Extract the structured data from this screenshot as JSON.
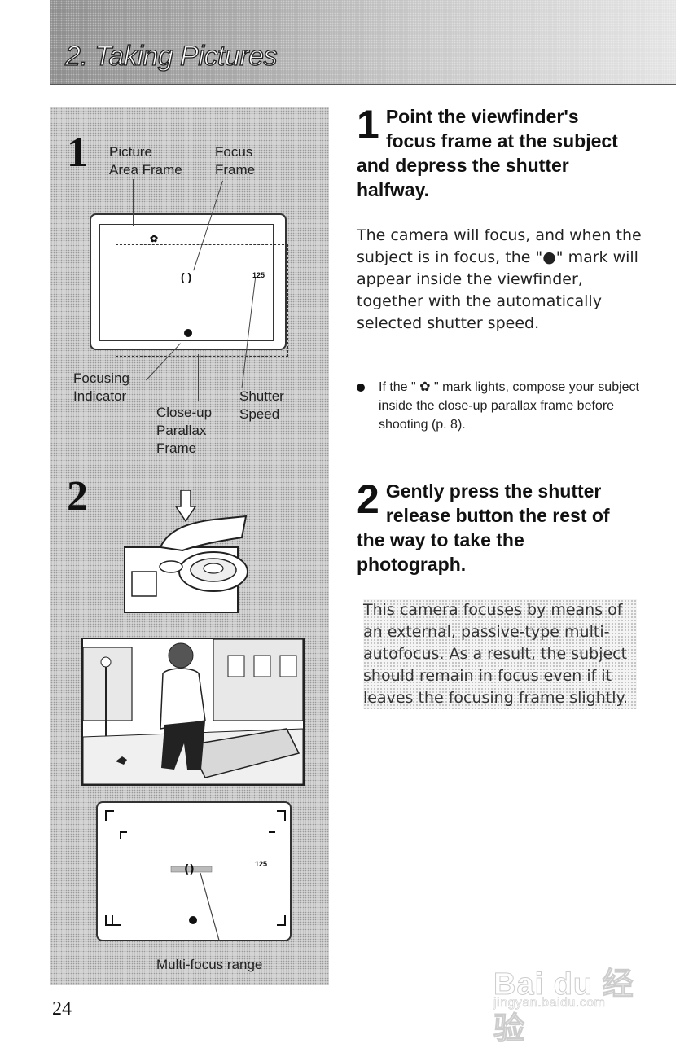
{
  "header": {
    "title": "2. Taking Pictures"
  },
  "left": {
    "step1_num": "1",
    "labels": {
      "picture_area_frame_1": "Picture",
      "picture_area_frame_2": "Area Frame",
      "focus_frame_1": "Focus",
      "focus_frame_2": "Frame",
      "focusing_indicator_1": "Focusing",
      "focusing_indicator_2": "Indicator",
      "close_up_1": "Close-up",
      "close_up_2": "Parallax",
      "close_up_3": "Frame",
      "shutter_speed_1": "Shutter",
      "shutter_speed_2": "Speed",
      "vf_speed": "125"
    },
    "step2_num": "2",
    "vf2_speed": "125",
    "multi_focus_label": "Multi-focus range"
  },
  "right": {
    "step1": {
      "num": "1",
      "heading": "Point the viewfinder's focus frame at the subject and depress the shutter halfway.",
      "body": "The camera will focus, and when the subject is in focus, the \"●\" mark will appear inside the viewfinder, together with the automatically selected shutter speed.",
      "note": "If the \" ✿ \" mark lights, compose your subject inside the close-up parallax frame before shooting (p. 8)."
    },
    "step2": {
      "num": "2",
      "heading": "Gently press the shutter release button the rest of the way to take the photograph.",
      "body": "This camera focuses by means of an external, passive-type multi-autofocus. As a result, the subject should remain in focus even if it leaves the focusing frame slightly."
    }
  },
  "page_number": "24",
  "watermark": {
    "text": "Bai du 经验",
    "url_text": "jingyan.baidu.com"
  }
}
